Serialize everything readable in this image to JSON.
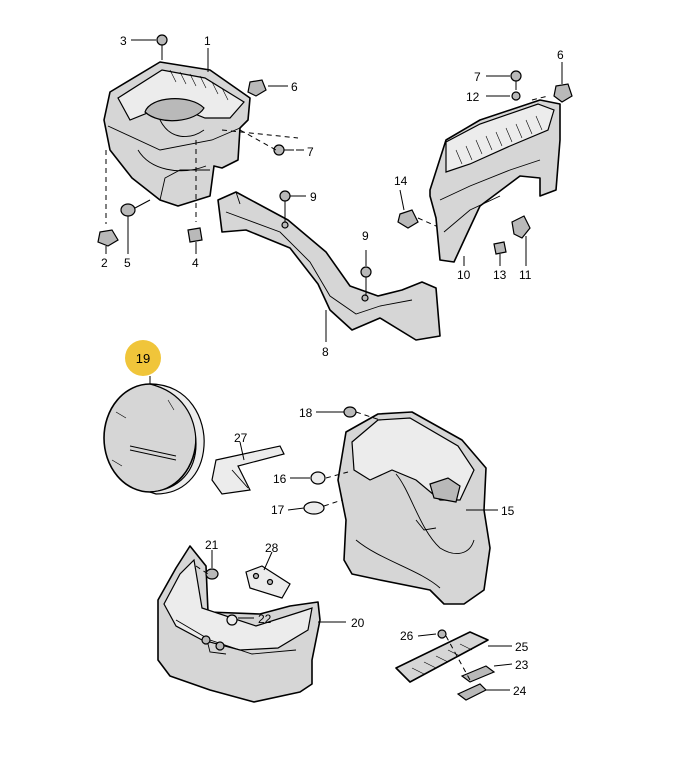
{
  "diagram": {
    "highlight_color": "#f0c53a",
    "highlighted_part": "19",
    "labels": {
      "p1": "1",
      "p2": "2",
      "p3": "3",
      "p4": "4",
      "p5": "5",
      "p6a": "6",
      "p6b": "6",
      "p7a": "7",
      "p7b": "7",
      "p8": "8",
      "p9a": "9",
      "p9b": "9",
      "p10": "10",
      "p11": "11",
      "p12": "12",
      "p13": "13",
      "p14": "14",
      "p15": "15",
      "p16": "16",
      "p17": "17",
      "p18": "18",
      "p19": "19",
      "p20": "20",
      "p21": "21",
      "p22": "22",
      "p23": "23",
      "p24": "24",
      "p25": "25",
      "p26": "26",
      "p27": "27",
      "p28": "28"
    }
  }
}
